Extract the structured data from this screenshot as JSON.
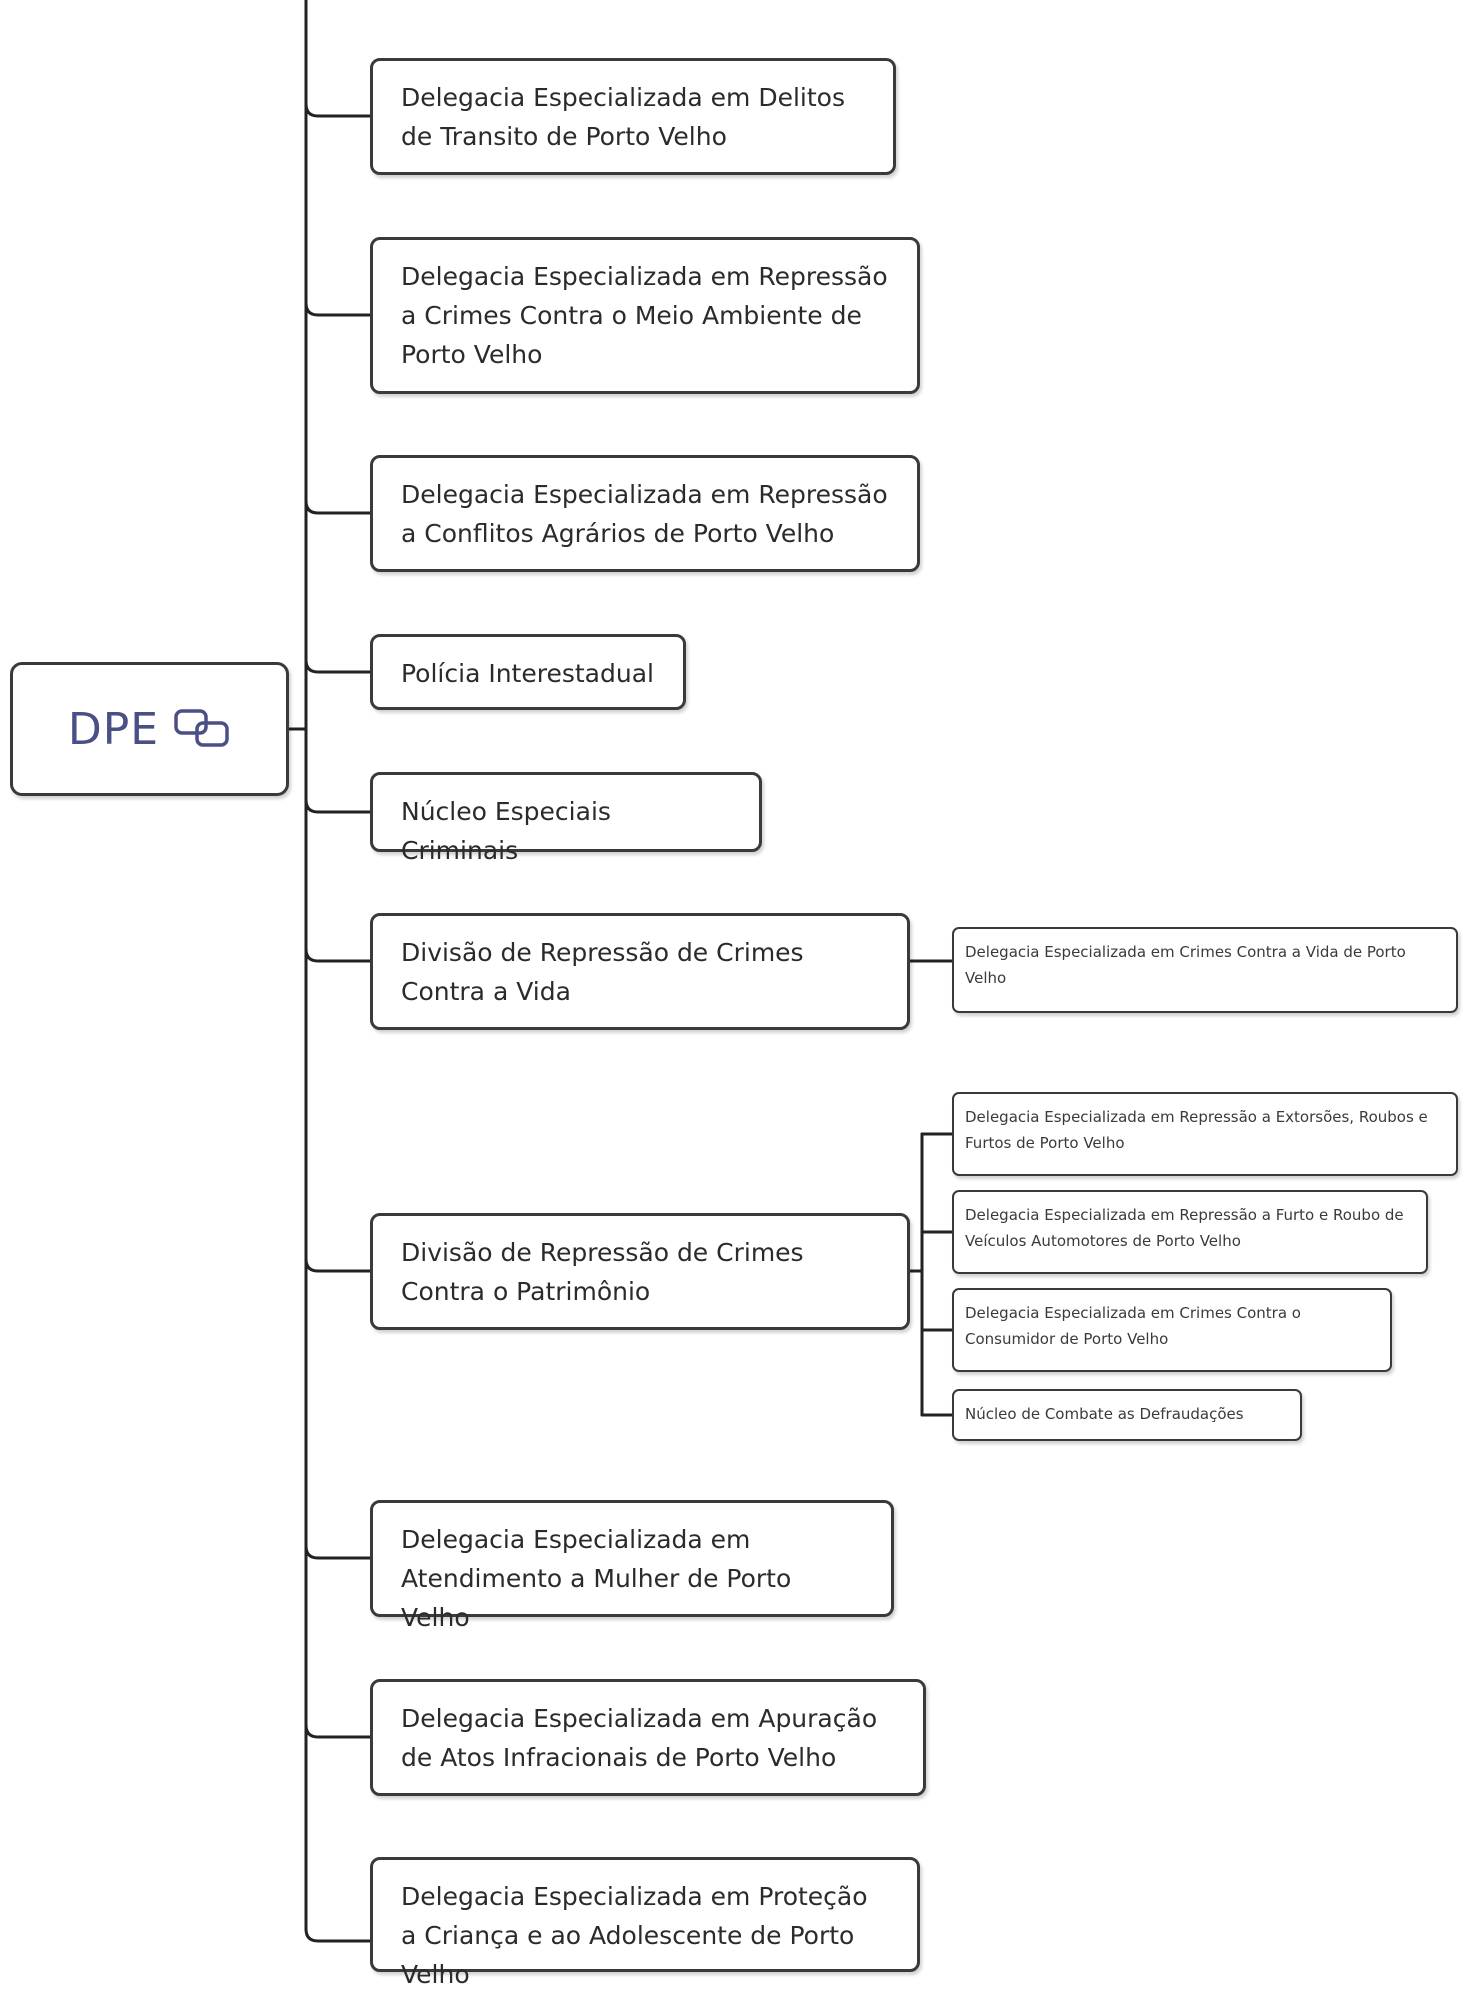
{
  "root": {
    "label": "DPE",
    "icon": "linked-topic-icon",
    "color": "#4a4f86"
  },
  "branches": [
    {
      "label": "Delegacia Especializada em Delitos de Transito de Porto Velho"
    },
    {
      "label": "Delegacia Especializada em Repressão a Crimes Contra o Meio Ambiente de Porto Velho"
    },
    {
      "label": "Delegacia Especializada em Repressão a Conflitos Agrários de Porto Velho"
    },
    {
      "label": "Polícia Interestadual"
    },
    {
      "label": "Núcleo Especiais Criminais"
    },
    {
      "label": "Divisão de Repressão de Crimes Contra a Vida",
      "children": [
        {
          "label": "Delegacia Especializada em Crimes Contra a Vida de Porto Velho"
        }
      ]
    },
    {
      "label": "Divisão de Repressão de Crimes Contra o Patrimônio",
      "children": [
        {
          "label": "Delegacia Especializada em Repressão a Extorsões, Roubos e Furtos de Porto Velho"
        },
        {
          "label": "Delegacia Especializada em Repressão a Furto e Roubo de Veículos Automotores de Porto Velho"
        },
        {
          "label": "Delegacia Especializada em Crimes Contra o Consumidor de Porto Velho"
        },
        {
          "label": "Núcleo de Combate as Defraudações"
        }
      ]
    },
    {
      "label": "Delegacia Especializada em Atendimento a Mulher de Porto Velho"
    },
    {
      "label": "Delegacia Especializada em Apuração de Atos Infracionais de Porto Velho"
    },
    {
      "label": "Delegacia Especializada em Proteção a Criança e ao Adolescente de Porto Velho"
    }
  ]
}
